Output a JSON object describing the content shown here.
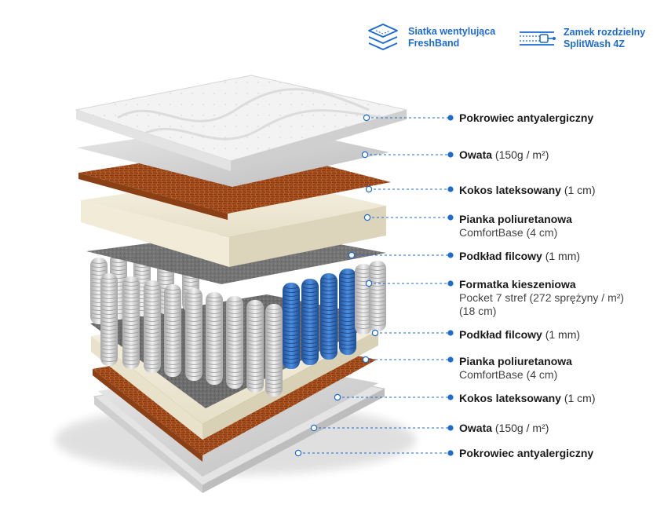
{
  "features": [
    {
      "icon": "mesh-layers-icon",
      "line1": "Siatka wentylująca",
      "line2": "FreshBand"
    },
    {
      "icon": "zipper-icon",
      "line1": "Zamek rozdzielny",
      "line2": "SplitWash 4Z"
    }
  ],
  "accent_color": "#1e6bd0",
  "layers": [
    {
      "name": "Pokrowiec antyalergiczny",
      "spec": "",
      "sub1": "",
      "sub2": ""
    },
    {
      "name": "Owata",
      "spec": "(150g / m²)",
      "sub1": "",
      "sub2": ""
    },
    {
      "name": "Kokos lateksowany",
      "spec": "(1 cm)",
      "sub1": "",
      "sub2": ""
    },
    {
      "name": "Pianka poliuretanowa",
      "spec": "",
      "sub1": "ComfortBase (4 cm)",
      "sub2": ""
    },
    {
      "name": "Podkład filcowy",
      "spec": "(1 mm)",
      "sub1": "",
      "sub2": ""
    },
    {
      "name": "Formatka kieszeniowa",
      "spec": "",
      "sub1": "Pocket 7 stref (272 sprężyny / m²)",
      "sub2": "(18 cm)"
    },
    {
      "name": "Podkład filcowy",
      "spec": "(1 mm)",
      "sub1": "",
      "sub2": ""
    },
    {
      "name": "Pianka poliuretanowa",
      "spec": "",
      "sub1": "ComfortBase (4 cm)",
      "sub2": ""
    },
    {
      "name": "Kokos lateksowany",
      "spec": "(1 cm)",
      "sub1": "",
      "sub2": ""
    },
    {
      "name": "Owata",
      "spec": "(150g / m²)",
      "sub1": "",
      "sub2": ""
    },
    {
      "name": "Pokrowiec antyalergiczny",
      "spec": "",
      "sub1": "",
      "sub2": ""
    }
  ]
}
